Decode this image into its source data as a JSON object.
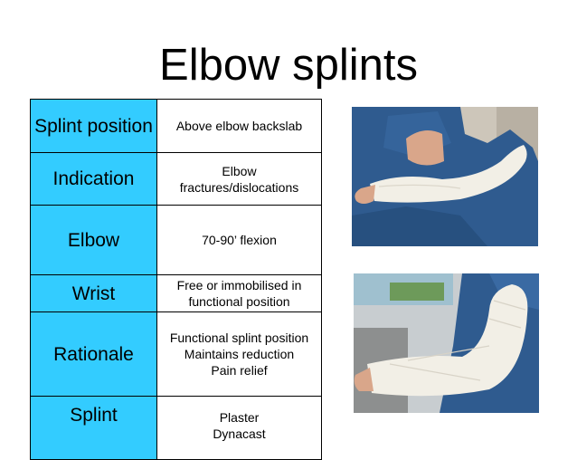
{
  "slide": {
    "title": "Elbow splints"
  },
  "table": {
    "rows": [
      {
        "label": "Splint position",
        "value": "Above elbow backslab"
      },
      {
        "label": "Indication",
        "value": "Elbow\nfractures/dislocations"
      },
      {
        "label": "Elbow",
        "value": "70-90’ flexion"
      },
      {
        "label": "Wrist",
        "value": "Free or immobilised in\nfunctional position"
      },
      {
        "label": "Rationale",
        "value": "Functional splint position\nMaintains reduction\nPain relief"
      },
      {
        "label": "Splint",
        "value": "Plaster\nDynacast"
      }
    ]
  },
  "photos": {
    "colors": {
      "gown": "#2f5b8f",
      "cast": "#f2efe6",
      "skin": "#d9a68a"
    }
  }
}
